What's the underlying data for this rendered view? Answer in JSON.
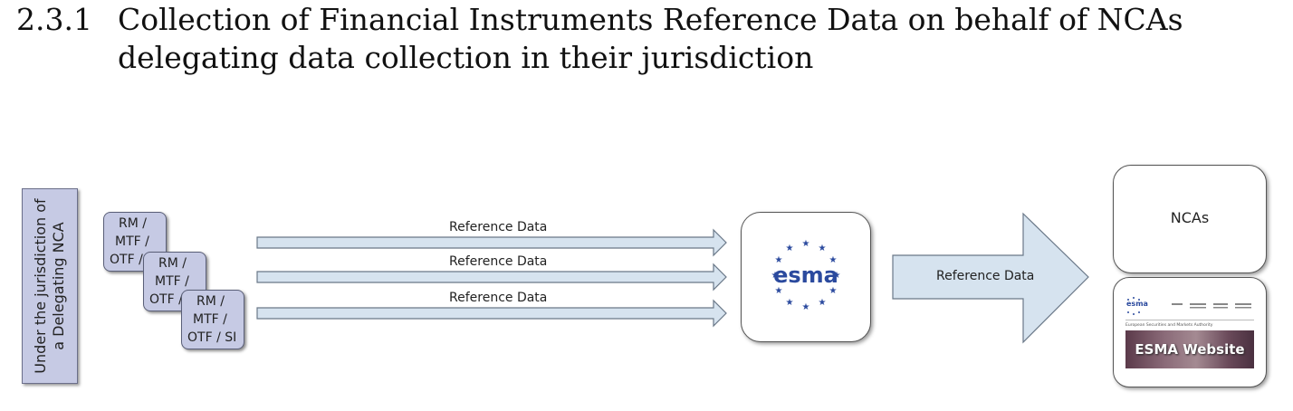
{
  "heading": {
    "number": "2.3.1",
    "line1": "Collection of Financial Instruments Reference Data on behalf of NCAs",
    "line2": "delegating data collection in their jurisdiction"
  },
  "jurisdiction": {
    "line1": "Under the jurisdiction of",
    "line2": "a Delegating NCA"
  },
  "venues": [
    {
      "line1": "RM /",
      "line2": "MTF /",
      "line3": "OTF /"
    },
    {
      "line1": "RM /",
      "line2": "MTF /",
      "line3": "OTF /"
    },
    {
      "line1": "RM /",
      "line2": "MTF /",
      "line3": "OTF / SI"
    }
  ],
  "flows": [
    {
      "label": "Reference Data"
    },
    {
      "label": "Reference Data"
    },
    {
      "label": "Reference Data"
    }
  ],
  "esma": {
    "logo_text": "esma"
  },
  "big_arrow": {
    "label": "Reference Data"
  },
  "ncas": {
    "label": "NCAs"
  },
  "website": {
    "logo_text": "esma",
    "subtitle": "European Securities and Markets Authority",
    "banner_text": "ESMA Website"
  },
  "colors": {
    "box_fill": "#c6cae4",
    "arrow_fill": "#d6e3ef",
    "esma_blue": "#2b4a9e"
  }
}
